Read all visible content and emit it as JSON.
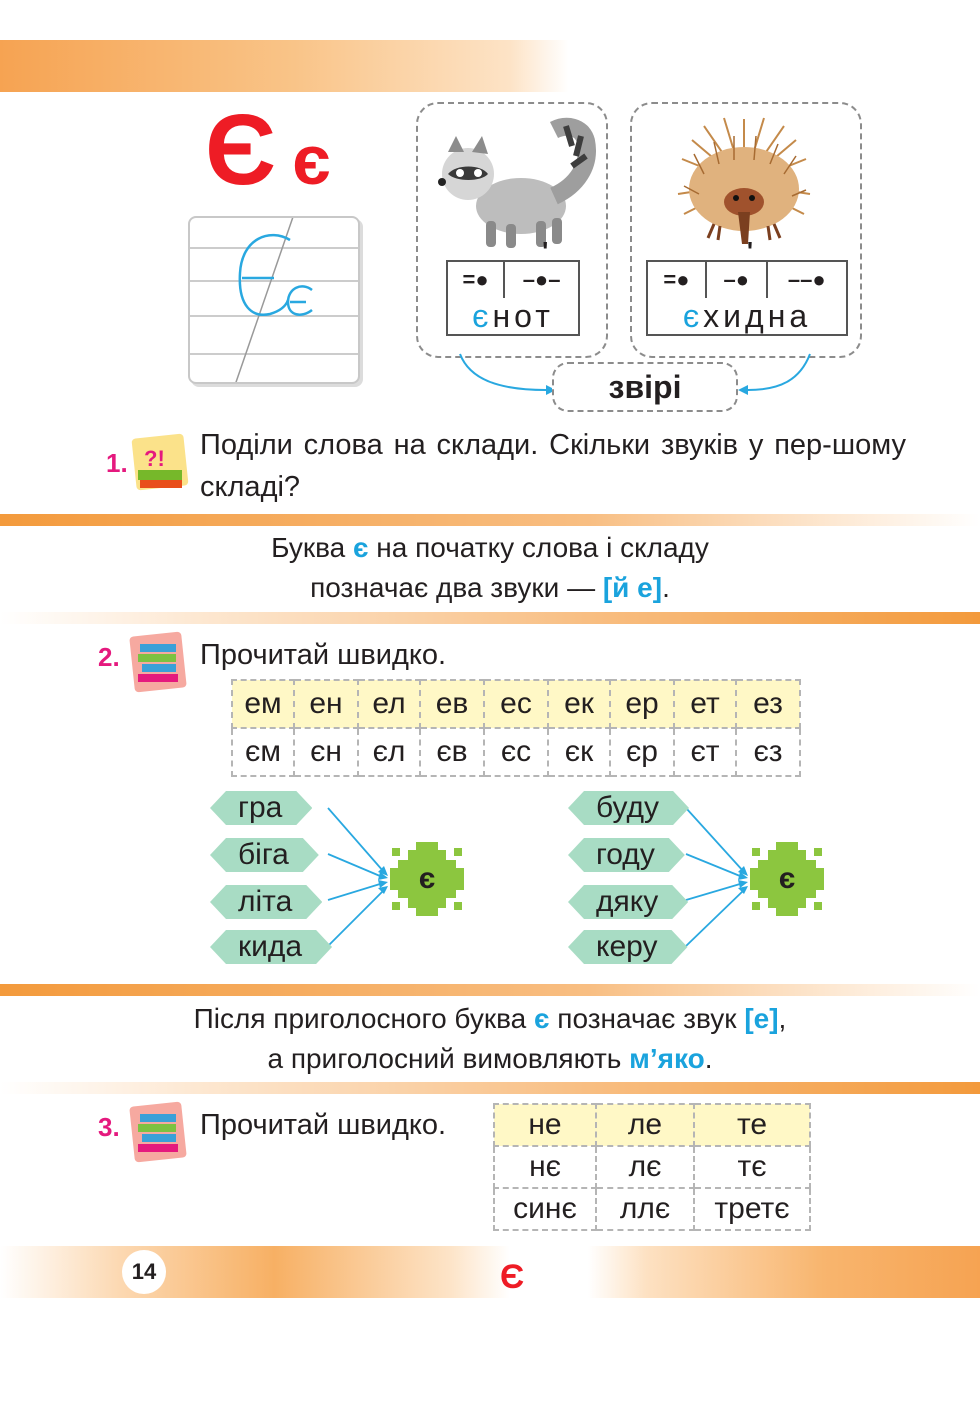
{
  "header": {
    "letter_upper": "Є",
    "letter_lower": "є"
  },
  "cards": [
    {
      "animal": "raccoon-illustration",
      "scheme": [
        "=●",
        "–●–"
      ],
      "word_first": "є",
      "word_rest": "нот"
    },
    {
      "animal": "echidna-illustration",
      "scheme": [
        "=●",
        "–●",
        "––●"
      ],
      "word_first": "є",
      "word_rest": "хидна"
    }
  ],
  "group_label": "звірі",
  "task1": {
    "number": "1.",
    "text": "Поділи слова на склади. Скільки звуків у пер-шому складі?"
  },
  "rule1": {
    "line1_before": "Буква ",
    "line1_letter": "є",
    "line1_after": " на початку слова і складу",
    "line2_before": "позначає два звуки — ",
    "line2_sounds": "[й е]",
    "line2_after": "."
  },
  "task2": {
    "number": "2.",
    "text": "Прочитай швидко.",
    "table": [
      [
        "ем",
        "ен",
        "ел",
        "ев",
        "ес",
        "ек",
        "ер",
        "ет",
        "ез"
      ],
      [
        "єм",
        "єн",
        "єл",
        "єв",
        "єс",
        "єк",
        "єр",
        "єт",
        "єз"
      ]
    ],
    "fan_left": {
      "words": [
        "гра",
        "біга",
        "літа",
        "кида"
      ],
      "center": "є"
    },
    "fan_right": {
      "words": [
        "буду",
        "году",
        "дяку",
        "керу"
      ],
      "center": "є"
    }
  },
  "rule2": {
    "line1_before": "Після приголосного буква ",
    "line1_letter": "є",
    "line1_middle": " позначає звук ",
    "line1_sound": "[е]",
    "line1_after": ",",
    "line2_before": "а приголосний вимовляють ",
    "line2_word": "м’яко",
    "line2_after": "."
  },
  "task3": {
    "number": "3.",
    "text": "Прочитай швидко.",
    "table": [
      [
        "не",
        "ле",
        "те"
      ],
      [
        "нє",
        "лє",
        "тє"
      ],
      [
        "синє",
        "ллє",
        "третє"
      ]
    ]
  },
  "footer": {
    "page_number": "14",
    "letter": "Є"
  },
  "colors": {
    "accent_red": "#ee1c25",
    "accent_blue": "#1aa3dd",
    "task_pink": "#e5197e",
    "tag_green": "#a8dcc4",
    "badge_green": "#8cc63f",
    "band_orange": "#f6a352"
  }
}
